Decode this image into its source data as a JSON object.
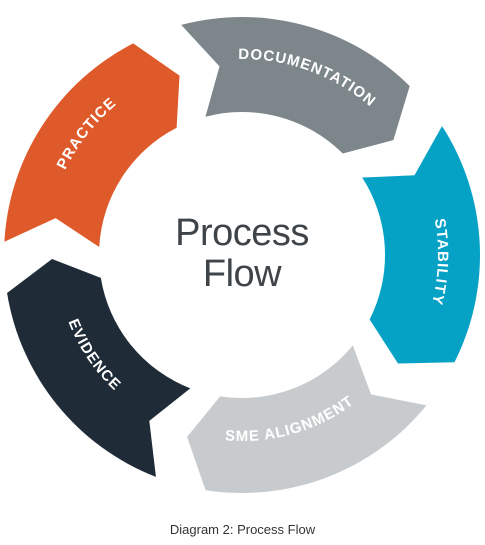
{
  "diagram": {
    "center_title_lines": [
      "Process",
      "Flow"
    ],
    "caption": "Diagram 2: Process Flow",
    "segments": [
      {
        "label": "DOCUMENTATION",
        "color": "#7c868b"
      },
      {
        "label": "STABILITY",
        "color": "#06a2c6"
      },
      {
        "label": "SME ALIGNMENT",
        "color": "#c8cbcd"
      },
      {
        "label": "EVIDENCE",
        "color": "#1f2b37"
      },
      {
        "label": "PRACTICE",
        "color": "#de5a2a"
      }
    ]
  }
}
